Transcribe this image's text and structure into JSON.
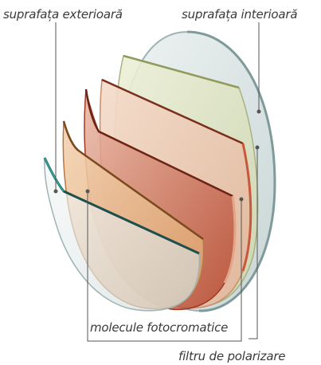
{
  "labels": {
    "outer_surface": "suprafața exterioară",
    "inner_surface": "suprafața interioară",
    "photochromic": "molecule fotocromatice",
    "polarizing_filter": "filtru de polarizare"
  },
  "layers": [
    {
      "name": "inner-surface-layer",
      "color": "#d9e6e6"
    },
    {
      "name": "green-tint-layer",
      "color": "#dfe6c4"
    },
    {
      "name": "peach-layer",
      "color": "#efc7ae"
    },
    {
      "name": "red-layer",
      "color": "#c9573e"
    },
    {
      "name": "orange-layer",
      "color": "#e9b98a"
    },
    {
      "name": "outer-surface-layer",
      "color": "#e6ecec"
    }
  ]
}
